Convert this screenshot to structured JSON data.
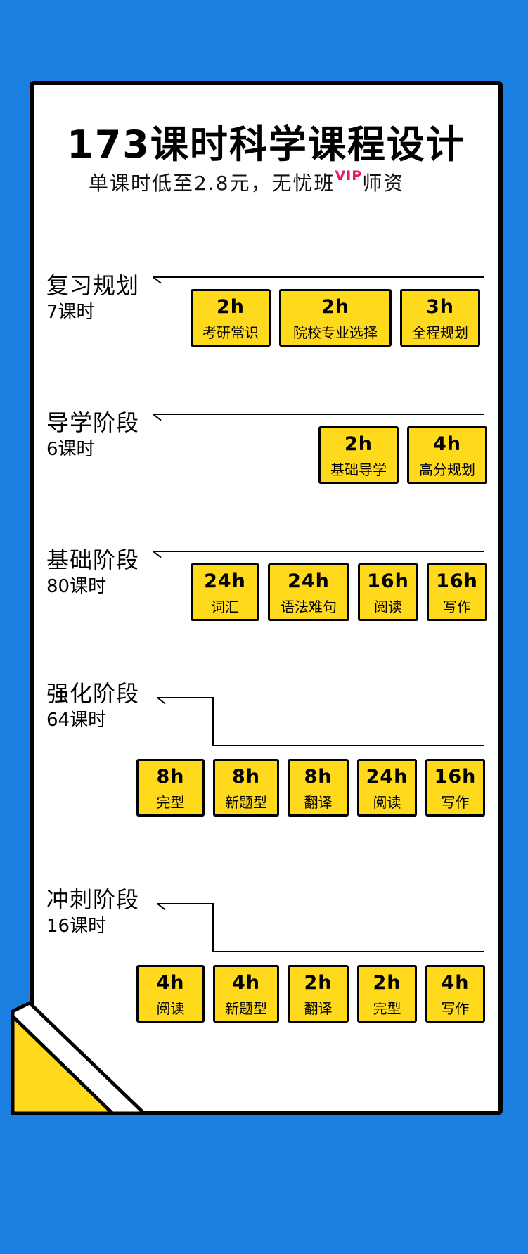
{
  "title": "173课时科学课程设计",
  "subtitle": {
    "text": "单课时低至2.8元，无忧班",
    "vip": "VIP",
    "suffix": "师资"
  },
  "colors": {
    "background": "#1a7fe1",
    "card": "#ffffff",
    "box_fill": "#ffd91c",
    "vip": "#e5196c",
    "corner": "#ffd91c"
  },
  "stages": [
    {
      "name": "复习规划",
      "hours": "7课时",
      "modules": [
        {
          "h": "2h",
          "t": "考研常识"
        },
        {
          "h": "2h",
          "t": "院校专业选择"
        },
        {
          "h": "3h",
          "t": "全程规划"
        }
      ]
    },
    {
      "name": "导学阶段",
      "hours": "6课时",
      "modules": [
        {
          "h": "2h",
          "t": "基础导学"
        },
        {
          "h": "4h",
          "t": "高分规划"
        }
      ]
    },
    {
      "name": "基础阶段",
      "hours": "80课时",
      "modules": [
        {
          "h": "24h",
          "t": "词汇"
        },
        {
          "h": "24h",
          "t": "语法难句"
        },
        {
          "h": "16h",
          "t": "阅读"
        },
        {
          "h": "16h",
          "t": "写作"
        }
      ]
    },
    {
      "name": "强化阶段",
      "hours": "64课时",
      "modules": [
        {
          "h": "8h",
          "t": "完型"
        },
        {
          "h": "8h",
          "t": "新题型"
        },
        {
          "h": "8h",
          "t": "翻译"
        },
        {
          "h": "24h",
          "t": "阅读"
        },
        {
          "h": "16h",
          "t": "写作"
        }
      ]
    },
    {
      "name": "冲刺阶段",
      "hours": "16课时",
      "modules": [
        {
          "h": "4h",
          "t": "阅读"
        },
        {
          "h": "4h",
          "t": "新题型"
        },
        {
          "h": "2h",
          "t": "翻译"
        },
        {
          "h": "2h",
          "t": "完型"
        },
        {
          "h": "4h",
          "t": "写作"
        }
      ]
    }
  ]
}
